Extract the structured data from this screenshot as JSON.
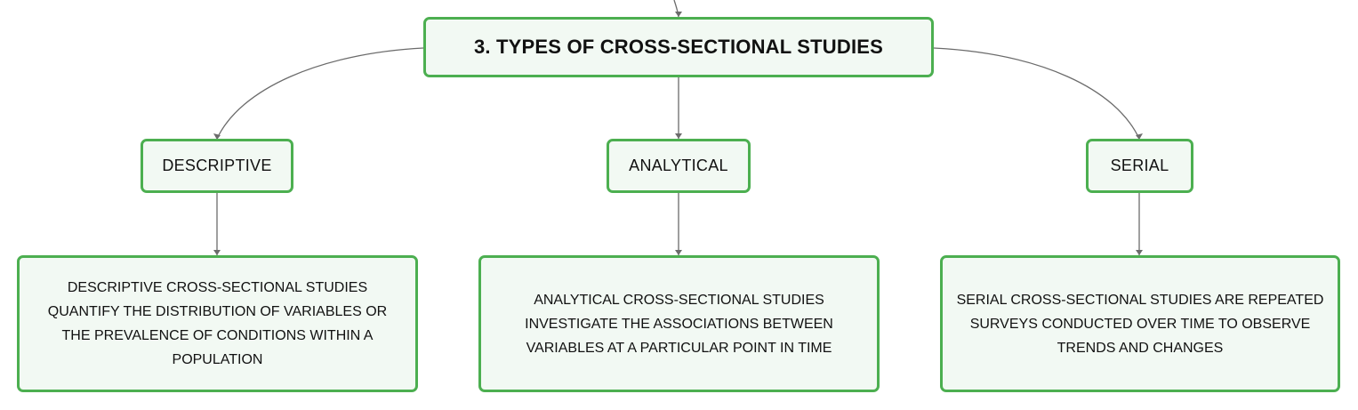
{
  "root": {
    "title": "3. TYPES OF CROSS-SECTIONAL STUDIES"
  },
  "categories": [
    {
      "label": "DESCRIPTIVE",
      "description": "DESCRIPTIVE CROSS-SECTIONAL STUDIES QUANTIFY THE DISTRIBUTION OF VARIABLES OR THE PREVALENCE OF CONDITIONS WITHIN A POPULATION"
    },
    {
      "label": "ANALYTICAL",
      "description": "ANALYTICAL CROSS-SECTIONAL STUDIES INVESTIGATE THE ASSOCIATIONS BETWEEN VARIABLES AT A PARTICULAR POINT IN TIME"
    },
    {
      "label": "SERIAL",
      "description": "SERIAL CROSS-SECTIONAL STUDIES ARE REPEATED SURVEYS CONDUCTED OVER TIME TO OBSERVE TRENDS AND CHANGES"
    }
  ],
  "colors": {
    "node_border": "#4caf50",
    "node_fill": "#f2f9f3",
    "connector": "#6b6b6b",
    "text": "#111111"
  }
}
